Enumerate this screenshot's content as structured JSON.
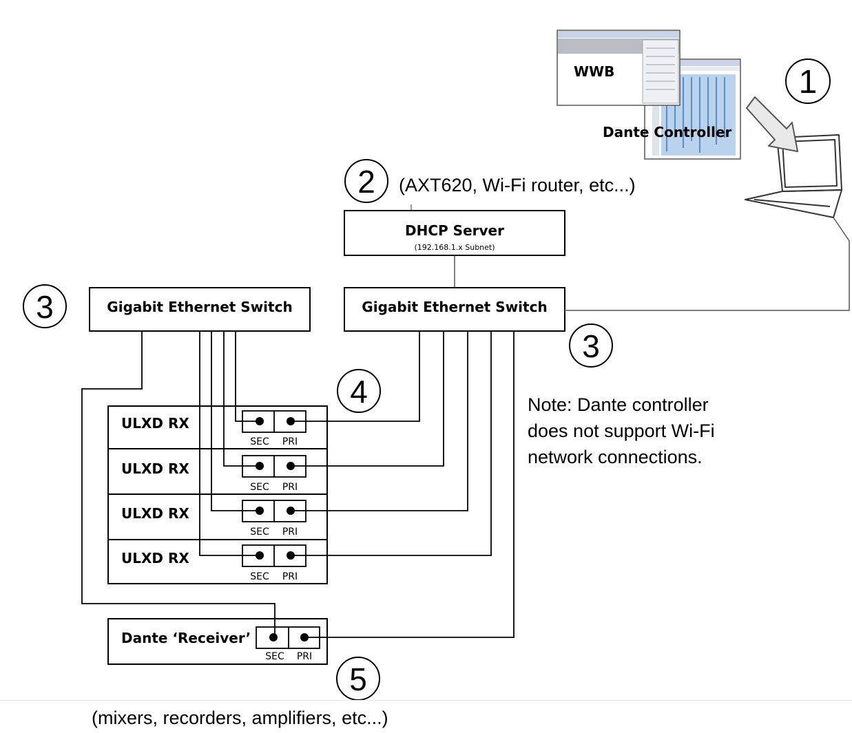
{
  "callouts": {
    "c1": "1",
    "c2": "2",
    "c3_left": "3",
    "c3_right": "3",
    "c4": "4",
    "c5": "5"
  },
  "screenshots": {
    "wwb_label": "WWB",
    "dante_controller_label": "Dante Controller"
  },
  "dhcp": {
    "title": "DHCP Server",
    "subtitle": "(192.168.1.x Subnet)",
    "examples": "(AXT620, Wi-Fi router, etc...)"
  },
  "switches": {
    "left_label": "Gigabit Ethernet Switch",
    "right_label": "Gigabit Ethernet Switch"
  },
  "receivers": [
    {
      "label": "ULXD RX",
      "sec": "SEC",
      "pri": "PRI"
    },
    {
      "label": "ULXD RX",
      "sec": "SEC",
      "pri": "PRI"
    },
    {
      "label": "ULXD RX",
      "sec": "SEC",
      "pri": "PRI"
    },
    {
      "label": "ULXD RX",
      "sec": "SEC",
      "pri": "PRI"
    }
  ],
  "dante_receiver": {
    "label": "Dante ‘Receiver’",
    "sec": "SEC",
    "pri": "PRI"
  },
  "note": {
    "line1": "Note: Dante controller",
    "line2": "does not support Wi-Fi",
    "line3": "network connections."
  },
  "footer": {
    "text": "(mixers, recorders, amplifiers, etc...)"
  },
  "colors": {
    "line": "#000000",
    "window_blue": "#2f6fb3",
    "window_gray": "#d9dde4"
  }
}
